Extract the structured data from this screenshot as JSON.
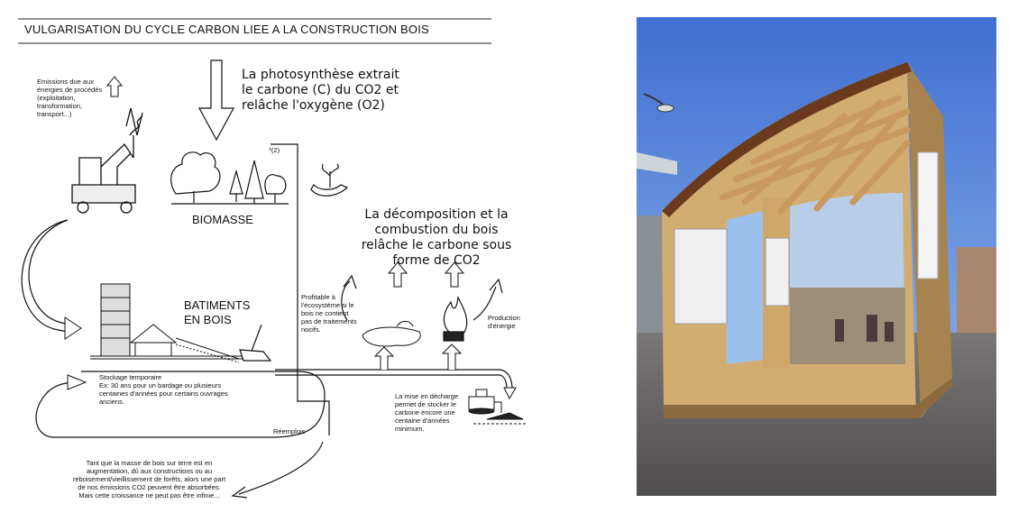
{
  "diagram": {
    "title": "VULGARISATION DU CYCLE CARBON LIEE A LA CONSTRUCTION BOIS",
    "emissions": "Emissions due aux énergies de procédés (exploitation, transformation, transport...)",
    "photosynthesis": "La photosynthèse extrait le carbone (C) du CO2 et relâche l'oxygène (O2)",
    "footnote_mark": "*(2)",
    "biomasse": "BIOMASSE",
    "decomposition": "La décomposition et la combustion du bois relâche le carbone sous forme de CO2",
    "batiments": "BATIMENTS EN BOIS",
    "profitable": "Profitable à l'écosystème si le bois ne contient pas de traitements nocifs.",
    "production": "Production d'énergie",
    "stockage_title": "Stockage temporaire",
    "stockage_body": "Ex: 30 ans pour un bardage ou plusieurs centaines d'années pour certains ouvrages anciens.",
    "decharge": "La mise en décharge permet de stocker le carbone encore une centaine d'années minimum.",
    "reemplois": "Réemplois",
    "masse": "Tant que la masse de bois sur terre est en augmentation, dû aux constructions ou au reboisement/vieillissement de forêts, alors une part de nos émissions CO2 peuvent être absorbées. Mais cette croissance ne peut pas être infinie..."
  },
  "photo": {
    "subject": "wooden pavilion",
    "colors": {
      "sky_top": "#3f6fd1",
      "sky_bottom": "#9cc0ee",
      "osb": "#c9a36a",
      "roof": "#6b3a1d",
      "pavement": "#6d6a6a"
    }
  }
}
